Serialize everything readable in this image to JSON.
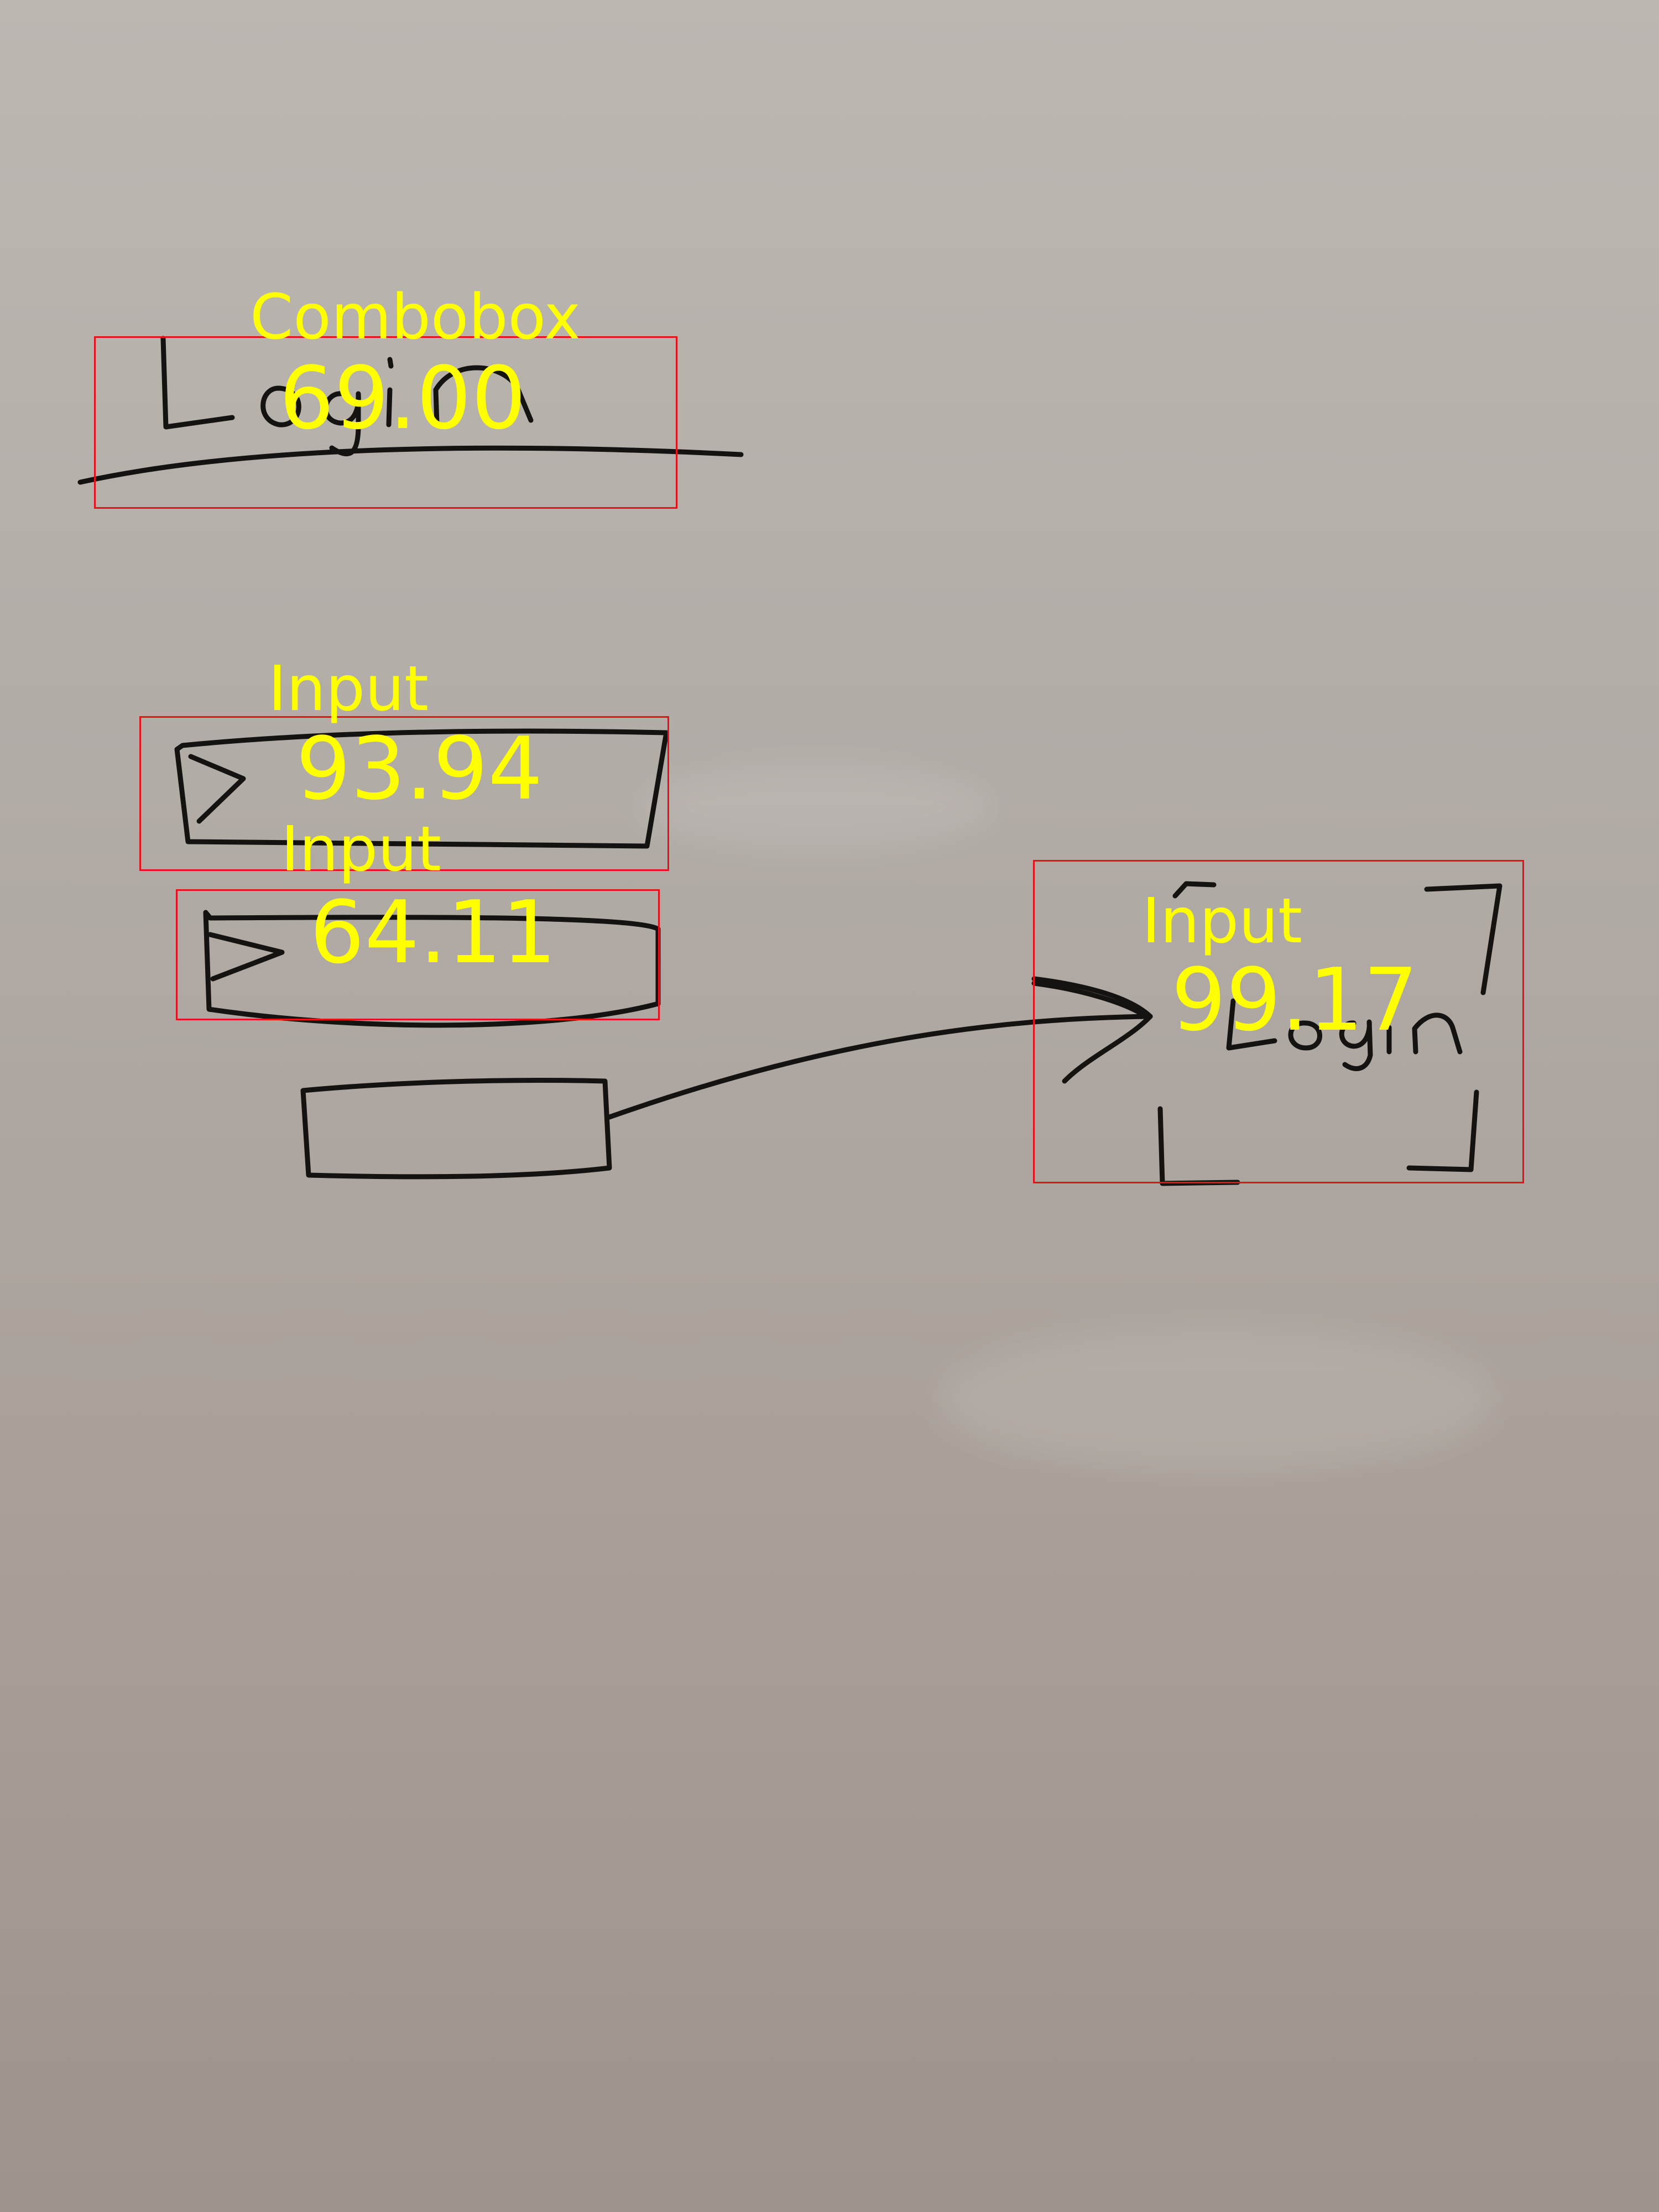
{
  "sketch": {
    "title_text": "Login",
    "button_text": "Login"
  },
  "annotations": [
    {
      "label": "Combobox",
      "score": "69.00"
    },
    {
      "label": "Input",
      "score": "93.94"
    },
    {
      "label": "Input",
      "score": "64.11"
    },
    {
      "label": "Input",
      "score": "99.17"
    }
  ]
}
